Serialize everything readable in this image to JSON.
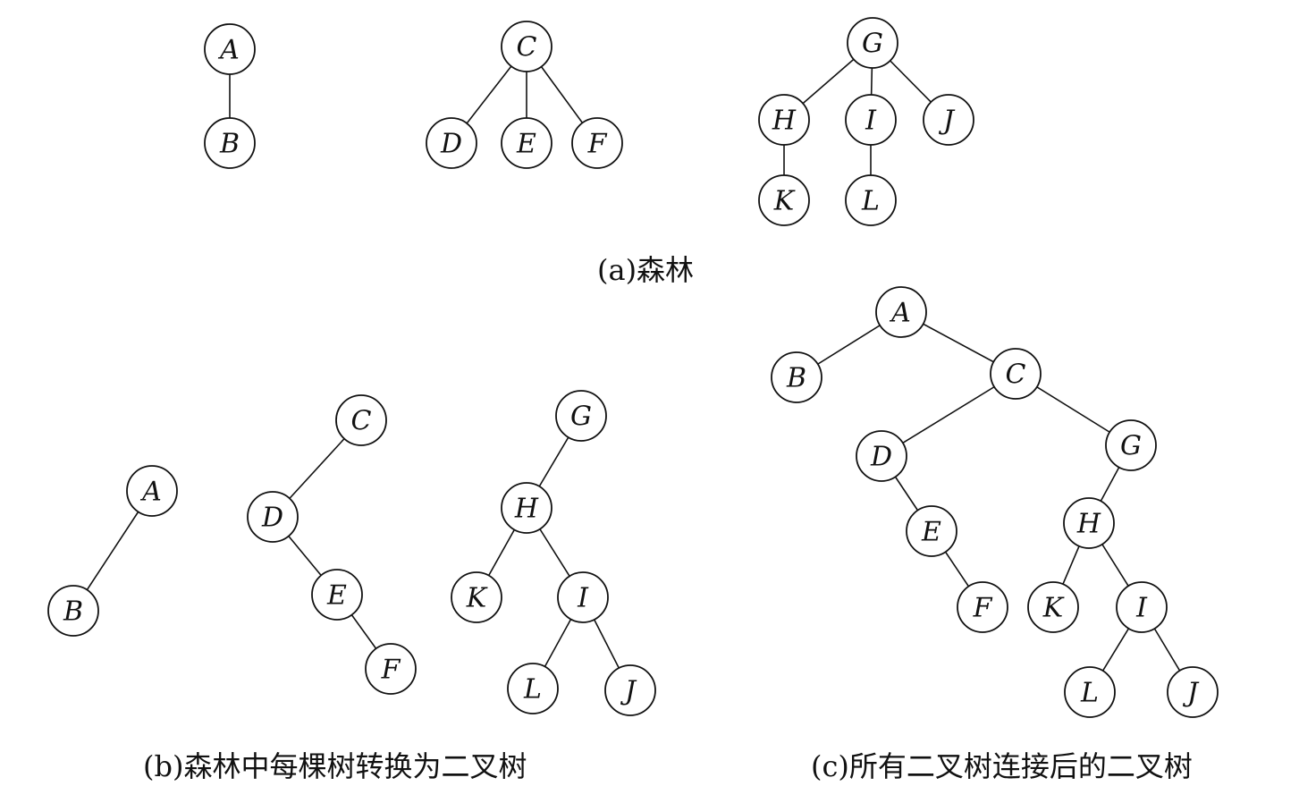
{
  "figure": {
    "panels": [
      {
        "id": "a",
        "caption": "(a)森林",
        "nodes": [
          "A",
          "B",
          "C",
          "D",
          "E",
          "F",
          "G",
          "H",
          "I",
          "J",
          "K",
          "L"
        ],
        "edges": [
          [
            "A",
            "B"
          ],
          [
            "C",
            "D"
          ],
          [
            "C",
            "E"
          ],
          [
            "C",
            "F"
          ],
          [
            "G",
            "H"
          ],
          [
            "G",
            "I"
          ],
          [
            "G",
            "J"
          ],
          [
            "H",
            "K"
          ],
          [
            "I",
            "L"
          ]
        ]
      },
      {
        "id": "b",
        "caption": "(b)森林中每棵树转换为二叉树",
        "nodes": [
          "A",
          "B",
          "C",
          "D",
          "E",
          "F",
          "G",
          "H",
          "K",
          "I",
          "L",
          "J"
        ],
        "edges": [
          [
            "A",
            "B"
          ],
          [
            "C",
            "D"
          ],
          [
            "D",
            "E"
          ],
          [
            "E",
            "F"
          ],
          [
            "G",
            "H"
          ],
          [
            "H",
            "K"
          ],
          [
            "H",
            "I"
          ],
          [
            "I",
            "L"
          ],
          [
            "I",
            "J"
          ]
        ]
      },
      {
        "id": "c",
        "caption": "(c)所有二叉树连接后的二叉树",
        "nodes": [
          "A",
          "B",
          "C",
          "D",
          "G",
          "E",
          "F",
          "H",
          "K",
          "I",
          "L",
          "J"
        ],
        "edges": [
          [
            "A",
            "B"
          ],
          [
            "A",
            "C"
          ],
          [
            "C",
            "D"
          ],
          [
            "C",
            "G"
          ],
          [
            "D",
            "E"
          ],
          [
            "E",
            "F"
          ],
          [
            "G",
            "H"
          ],
          [
            "H",
            "K"
          ],
          [
            "H",
            "I"
          ],
          [
            "I",
            "L"
          ],
          [
            "I",
            "J"
          ]
        ]
      }
    ]
  }
}
